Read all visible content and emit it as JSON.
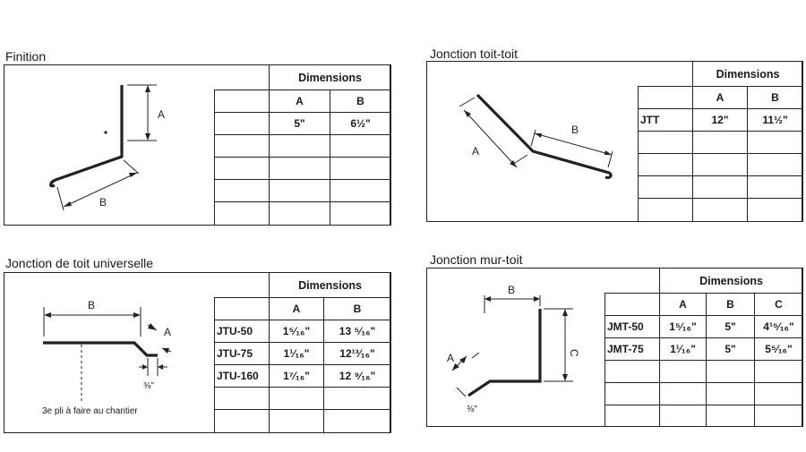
{
  "panels": [
    {
      "title": "Finition",
      "table": {
        "heading": "Dimensions",
        "columns": [
          "A",
          "B"
        ],
        "rows": [
          {
            "label": "",
            "values": [
              "5\"",
              "6½\""
            ]
          },
          {
            "label": "",
            "values": [
              "",
              ""
            ]
          },
          {
            "label": "",
            "values": [
              "",
              ""
            ]
          },
          {
            "label": "",
            "values": [
              "",
              ""
            ]
          },
          {
            "label": "",
            "values": [
              "",
              ""
            ]
          }
        ]
      },
      "diagram_labels": {
        "a": "A",
        "b": "B"
      }
    },
    {
      "title": "Jonction toit-toit",
      "table": {
        "heading": "Dimensions",
        "columns": [
          "A",
          "B"
        ],
        "rows": [
          {
            "label": "JTT",
            "values": [
              "12\"",
              "11½\""
            ]
          },
          {
            "label": "",
            "values": [
              "",
              ""
            ]
          },
          {
            "label": "",
            "values": [
              "",
              ""
            ]
          },
          {
            "label": "",
            "values": [
              "",
              ""
            ]
          },
          {
            "label": "",
            "values": [
              "",
              ""
            ]
          }
        ]
      },
      "diagram_labels": {
        "a": "A",
        "b": "B"
      }
    },
    {
      "title": "Jonction de toit universelle",
      "table": {
        "heading": "Dimensions",
        "columns": [
          "A",
          "B"
        ],
        "rows": [
          {
            "label": "JTU-50",
            "values": [
              "1⁵⁄₁₆\"",
              "13 ⁵⁄₁₆\""
            ]
          },
          {
            "label": "JTU-75",
            "values": [
              "1¹⁄₁₆\"",
              "12¹³⁄₁₆\""
            ]
          },
          {
            "label": "JTU-160",
            "values": [
              "1⁷⁄₁₆\"",
              "12 ⁹⁄₁₆\""
            ]
          },
          {
            "label": "",
            "values": [
              "",
              ""
            ]
          },
          {
            "label": "",
            "values": [
              "",
              ""
            ]
          }
        ]
      },
      "diagram_labels": {
        "a": "A",
        "b": "B",
        "hem": "⅜\""
      },
      "note": "3e pli à faire au chantier"
    },
    {
      "title": "Jonction mur-toit",
      "table": {
        "heading": "Dimensions",
        "columns": [
          "A",
          "B",
          "C"
        ],
        "rows": [
          {
            "label": "JMT-50",
            "values": [
              "1⁵⁄₁₆\"",
              "5\"",
              "4¹⁵⁄₁₆\""
            ]
          },
          {
            "label": "JMT-75",
            "values": [
              "1¹⁄₁₆\"",
              "5\"",
              "5⁵⁄₁₆\""
            ]
          },
          {
            "label": "",
            "values": [
              "",
              "",
              ""
            ]
          },
          {
            "label": "",
            "values": [
              "",
              "",
              ""
            ]
          },
          {
            "label": "",
            "values": [
              "",
              "",
              ""
            ]
          }
        ]
      },
      "diagram_labels": {
        "a": "A",
        "b": "B",
        "c": "C",
        "hem": "⅜\""
      }
    }
  ]
}
